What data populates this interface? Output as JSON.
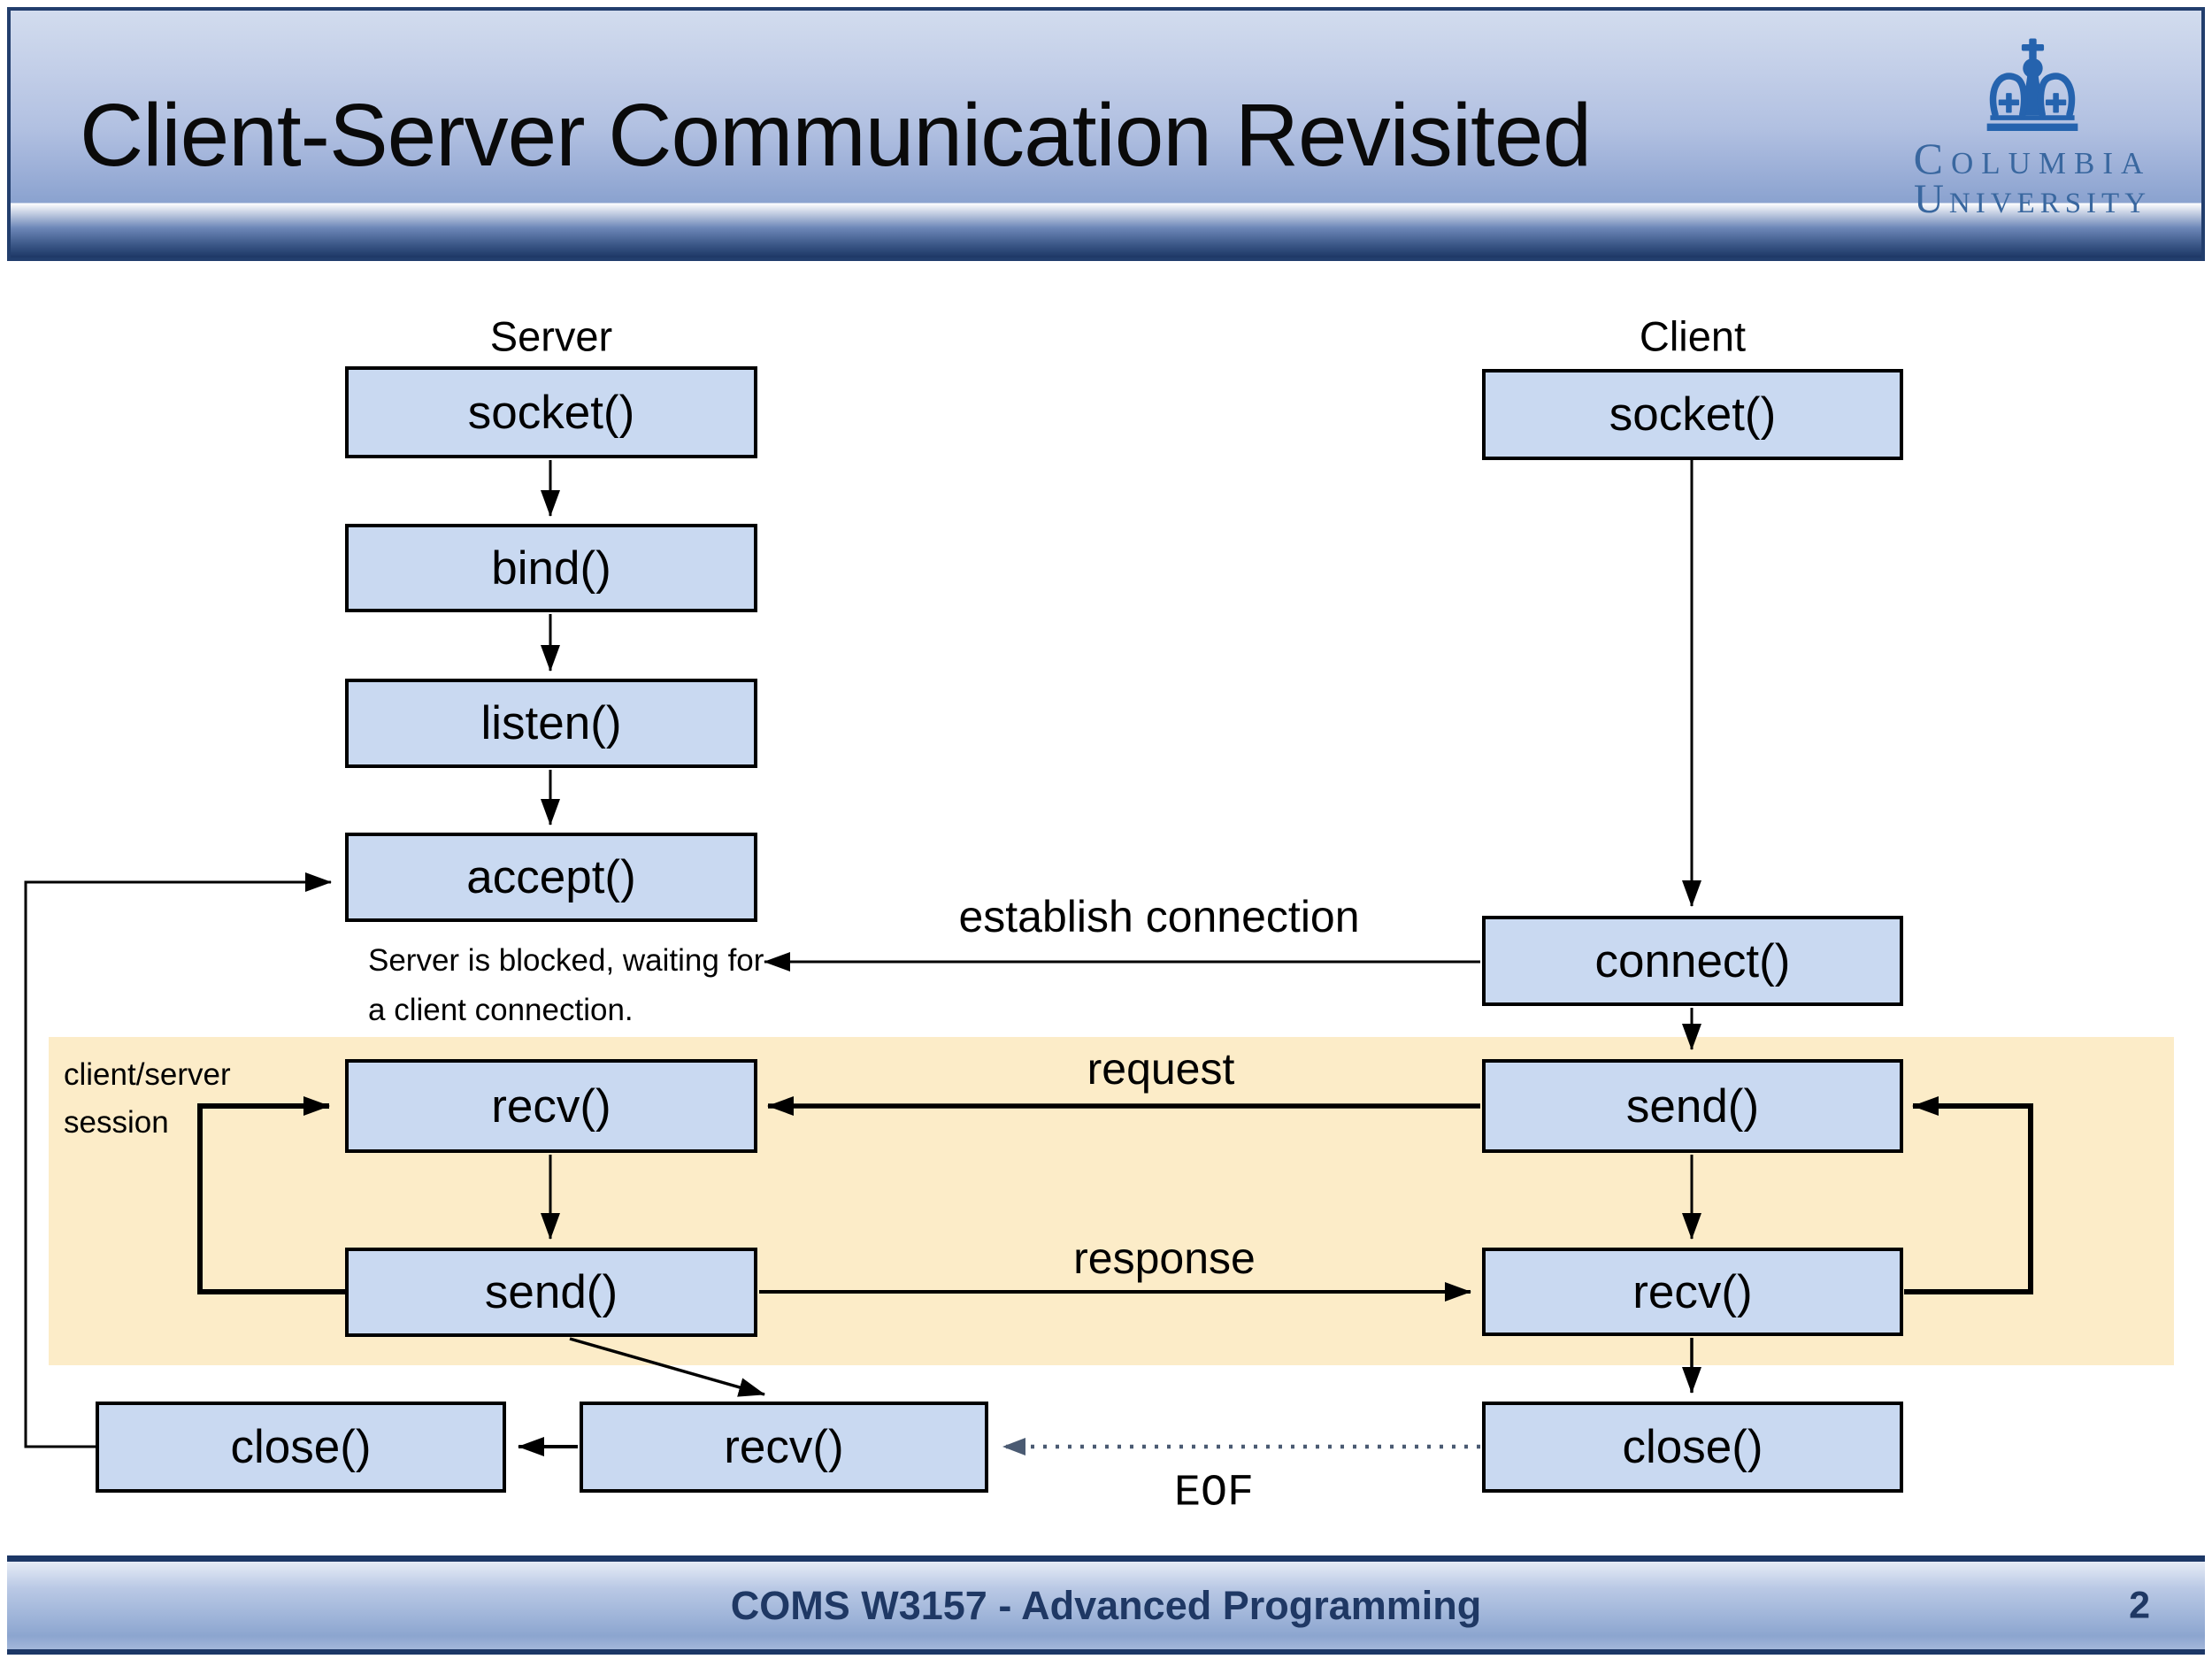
{
  "header": {
    "title": "Client-Server Communication Revisited",
    "logo": {
      "line1": "Columbia",
      "line2": "University",
      "crown_color": "#2563ae",
      "text_color": "#39679f"
    }
  },
  "diagram": {
    "columns": {
      "server": "Server",
      "client": "Client"
    },
    "boxes": {
      "server_socket": "socket()",
      "server_bind": "bind()",
      "server_listen": "listen()",
      "server_accept": "accept()",
      "server_recv": "recv()",
      "server_send": "send()",
      "bottom_close": "close()",
      "bottom_recv": "recv()",
      "client_socket": "socket()",
      "client_connect": "connect()",
      "client_send": "send()",
      "client_recv": "recv()",
      "client_close": "close()"
    },
    "labels": {
      "establish_connection": "establish connection",
      "request": "request",
      "response": "response",
      "eof": "EOF",
      "blocked_line1": "Server is blocked, waiting for",
      "blocked_line2": "a client connection.",
      "session_line1": "client/server",
      "session_line2": "session"
    },
    "colors": {
      "box_fill": "#c9d9f1",
      "box_border": "#000000",
      "session_band": "#fcecc8",
      "eof_line": "#4a5a72"
    }
  },
  "footer": {
    "course": "COMS W3157 - Advanced Programming",
    "page": "2"
  }
}
